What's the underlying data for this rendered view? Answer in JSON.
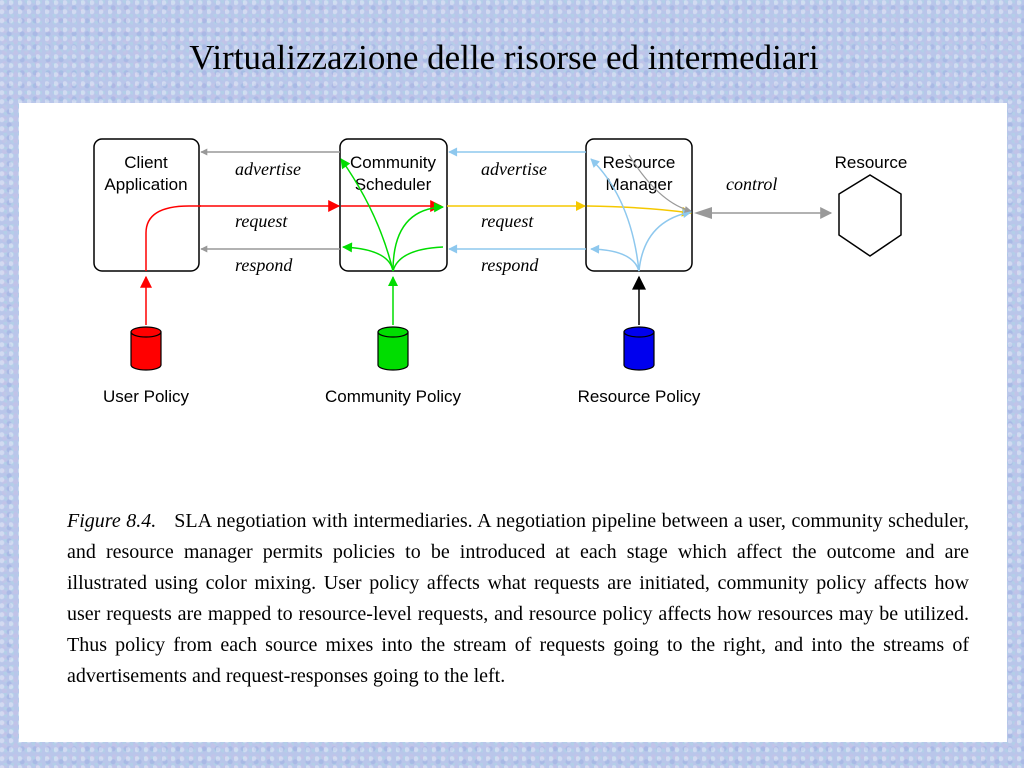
{
  "slide": {
    "title": "Virtualizzazione  delle risorse ed intermediari"
  },
  "diagram": {
    "nodes": {
      "client_line1": "Client",
      "client_line2": "Application",
      "community_line1": "Community",
      "community_line2": "Scheduler",
      "manager_line1": "Resource",
      "manager_line2": "Manager",
      "resource": "Resource"
    },
    "edges": {
      "advertise_left": "advertise",
      "request_left": "request",
      "respond_left": "respond",
      "advertise_right": "advertise",
      "request_right": "request",
      "respond_right": "respond",
      "control": "control"
    },
    "policies": {
      "user": "User Policy",
      "community": "Community Policy",
      "resource": "Resource Policy"
    },
    "colors": {
      "user_policy": "#ff0000",
      "community_policy": "#00dd00",
      "resource_policy": "#0000ee",
      "advertise_stream": "#8ec8ee",
      "request_stream": "#f5c800",
      "control": "#999999"
    }
  },
  "caption": {
    "figure_number": "Figure 8.4.",
    "text": "SLA negotiation with intermediaries. A negotiation pipeline between a user, community scheduler, and resource manager permits policies to be introduced at each stage which affect the outcome and are illustrated using color mixing. User policy affects what requests are initiated, community policy affects how user requests are mapped to resource-level requests, and resource policy affects how resources may be utilized. Thus policy from each source mixes into the stream of requests going to the right, and into the streams of advertisements and request-responses going to the left."
  }
}
